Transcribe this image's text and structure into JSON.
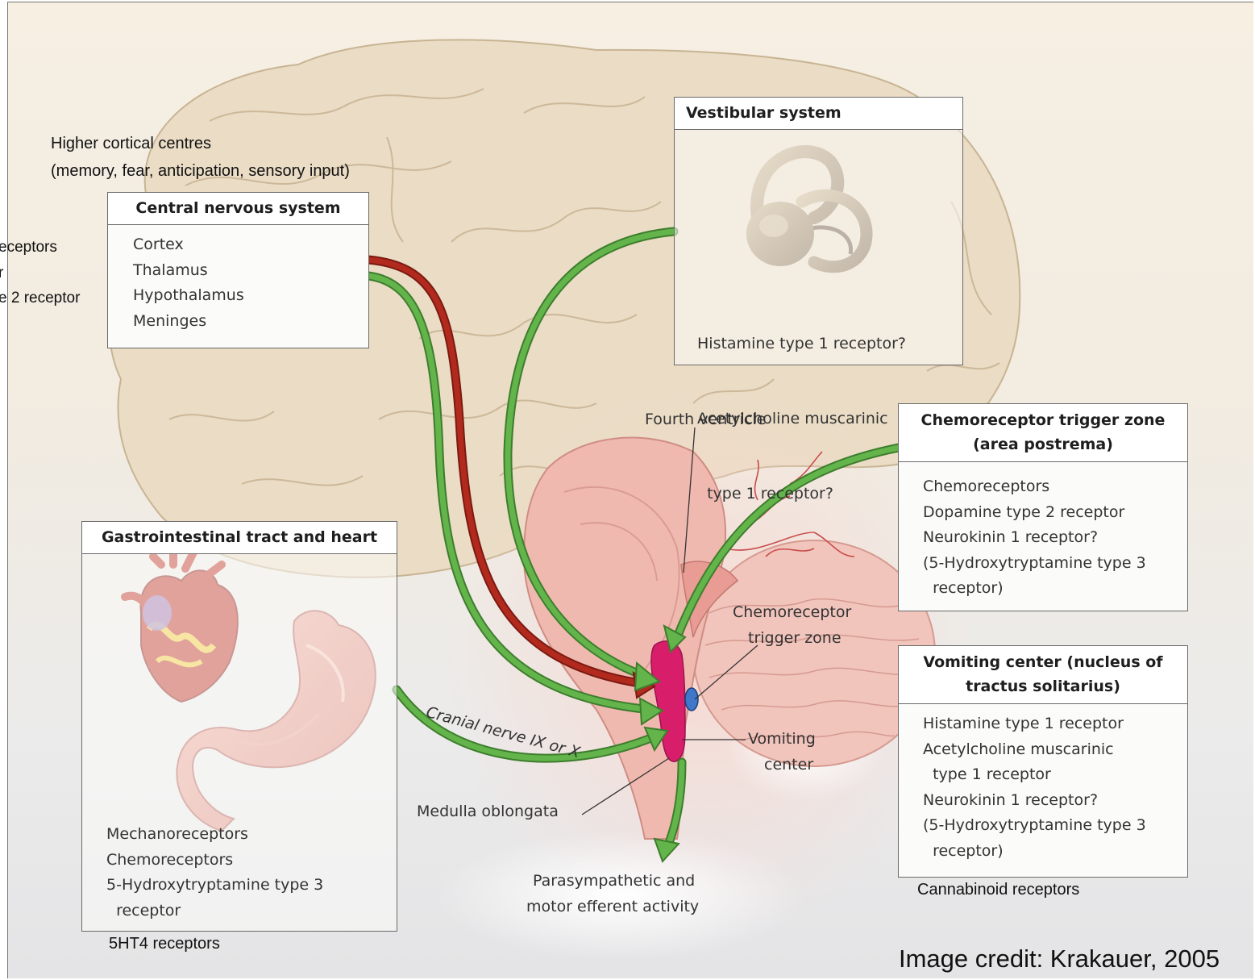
{
  "higher_cortical": {
    "line1": "Higher cortical centres",
    "line2": "(memory, fear, anticipation, sensory input)"
  },
  "left_clipped_text": [
    "eceptors",
    "r",
    "e 2 receptor"
  ],
  "cns_box": {
    "title": "Central nervous system",
    "items": [
      "Cortex",
      "Thalamus",
      "Hypothalamus",
      "Meninges"
    ]
  },
  "vestibular_box": {
    "title": "Vestibular system",
    "items": [
      "Histamine type 1 receptor?",
      "Acetylcholine muscarinic",
      "  type 1 receptor?"
    ]
  },
  "ctz_box": {
    "title_line1": "Chemoreceptor trigger zone",
    "title_line2": "(area postrema)",
    "items": [
      "Chemoreceptors",
      "Dopamine type 2 receptor",
      "Neurokinin 1 receptor?",
      "(5-Hydroxytryptamine type 3",
      "  receptor)"
    ]
  },
  "vomiting_box": {
    "title_line1": "Vomiting center (nucleus of",
    "title_line2": "tractus solitarius)",
    "items": [
      "Histamine type 1 receptor",
      "Acetylcholine muscarinic",
      "  type 1 receptor",
      "Neurokinin 1 receptor?",
      "(5-Hydroxytryptamine type 3",
      "  receptor)"
    ]
  },
  "gi_box": {
    "title": "Gastrointestinal tract and heart",
    "items": [
      "Mechanoreceptors",
      "Chemoreceptors",
      "5-Hydroxytryptamine type 3",
      "  receptor"
    ]
  },
  "labels": {
    "fourth_ventricle": "Fourth ventricle",
    "ctz_line1": "Chemoreceptor",
    "ctz_line2": "trigger zone",
    "vomiting_line1": "Vomiting",
    "vomiting_line2": "center",
    "medulla": "Medulla oblongata",
    "cranial_nerve": "Cranial nerve IX or X",
    "efferent_line1": "Parasympathetic and",
    "efferent_line2": "motor efferent activity"
  },
  "notes": {
    "cannabinoid": "Cannabinoid receptors",
    "fivehtfour": "5HT4 receptors",
    "credit": "Image credit: Krakauer, 2005"
  },
  "colors": {
    "green_arrow": "#5cae46",
    "red_arrow": "#a8261a",
    "vomiting_center": "#d81e6a",
    "ctz_dot": "#3f78c8",
    "brain": "#eadcc5"
  }
}
